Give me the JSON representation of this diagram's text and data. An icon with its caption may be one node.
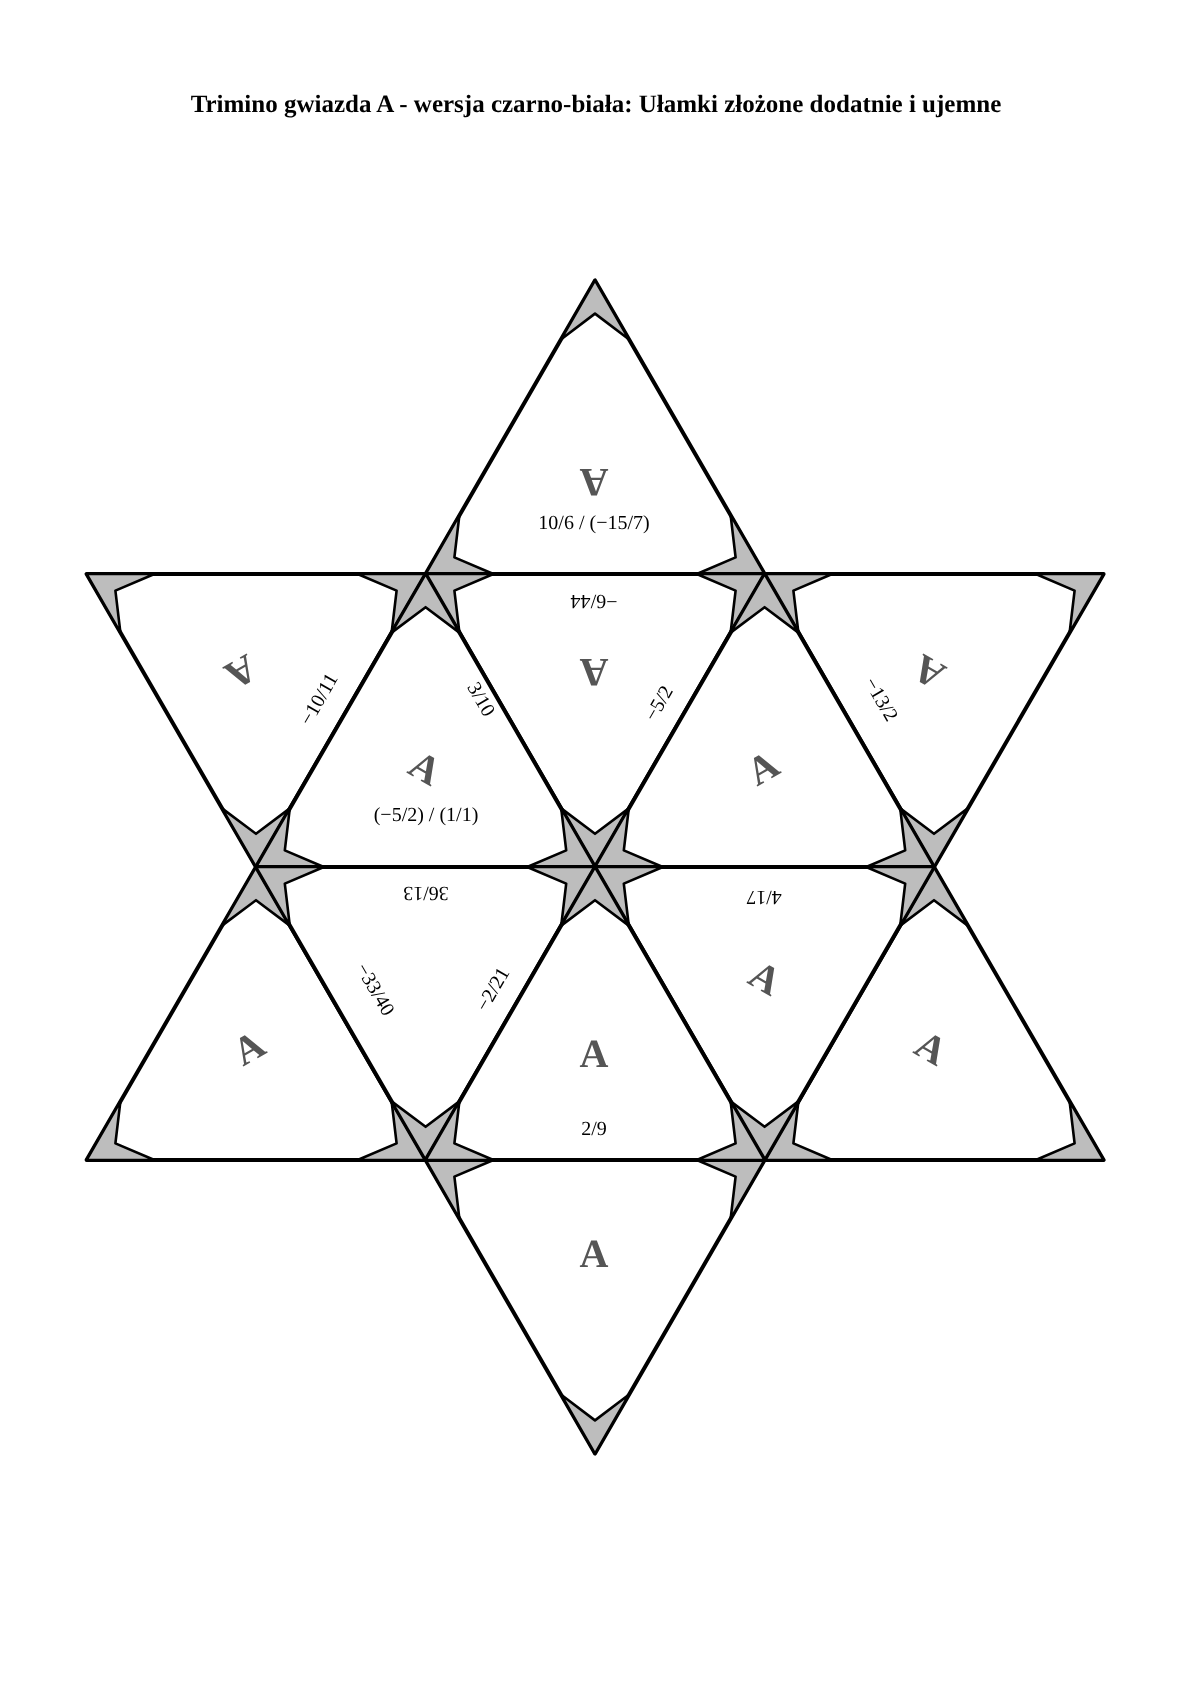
{
  "diagram": {
    "title": "Trimino gwiazda A - wersja czarno-biała: Ułamki złożone dodatnie i ujemne",
    "labels": [
      "A",
      "10/6 / (−15/7)",
      "−6/44",
      "A",
      "A",
      "A",
      "−10/11",
      "3/10",
      "−5/2",
      "−13/2",
      "A",
      "A",
      "(−5/2) / (1/1)",
      "36/13",
      "4/17",
      "−33/40",
      "−2/21",
      "A",
      "A",
      "A",
      "A",
      "2/9",
      "A"
    ]
  }
}
